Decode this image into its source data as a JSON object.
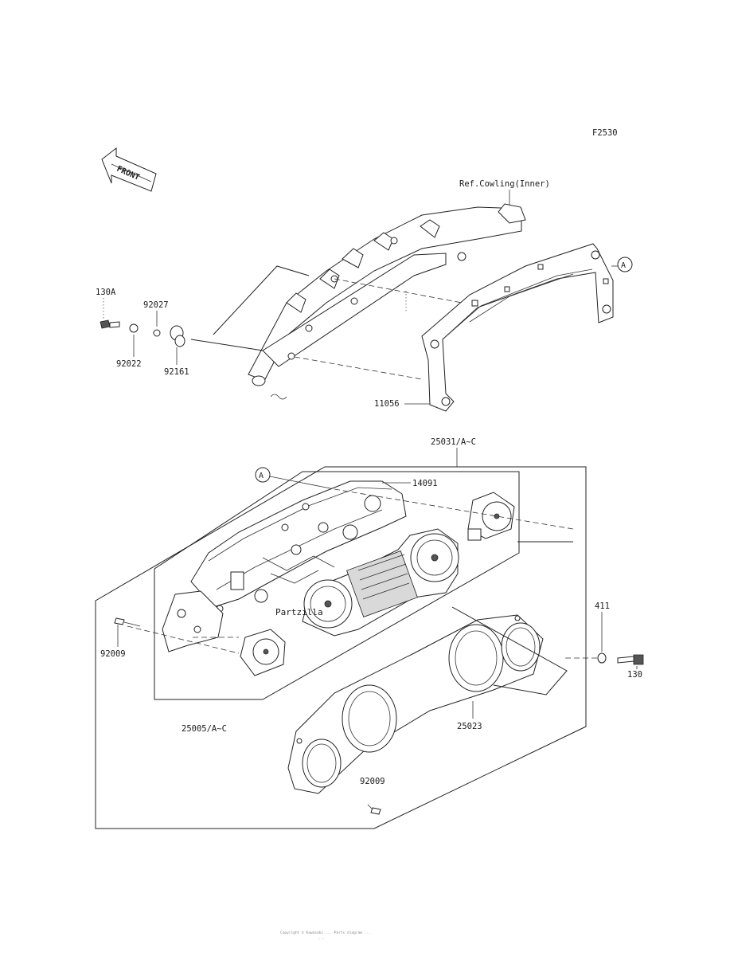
{
  "diagram_id": "F2530",
  "front_marker": "FRONT",
  "ref_note": "Ref.Cowling(Inner)",
  "callout_letter": "A",
  "watermark": "Partzilla",
  "footer_lines": [
    "Copyright © Kawasaki ... Parts diagram ...",
    "..."
  ],
  "labels": {
    "p130A": "130A",
    "p92027": "92027",
    "p92022": "92022",
    "p92161": "92161",
    "p11056": "11056",
    "p25031": "25031/A~C",
    "p14091": "14091",
    "p411": "411",
    "p130": "130",
    "p92009_left": "92009",
    "p25005": "25005/A~C",
    "p25023": "25023",
    "p92009_bottom": "92009"
  },
  "colors": {
    "line": "#222222",
    "background": "#ffffff"
  }
}
